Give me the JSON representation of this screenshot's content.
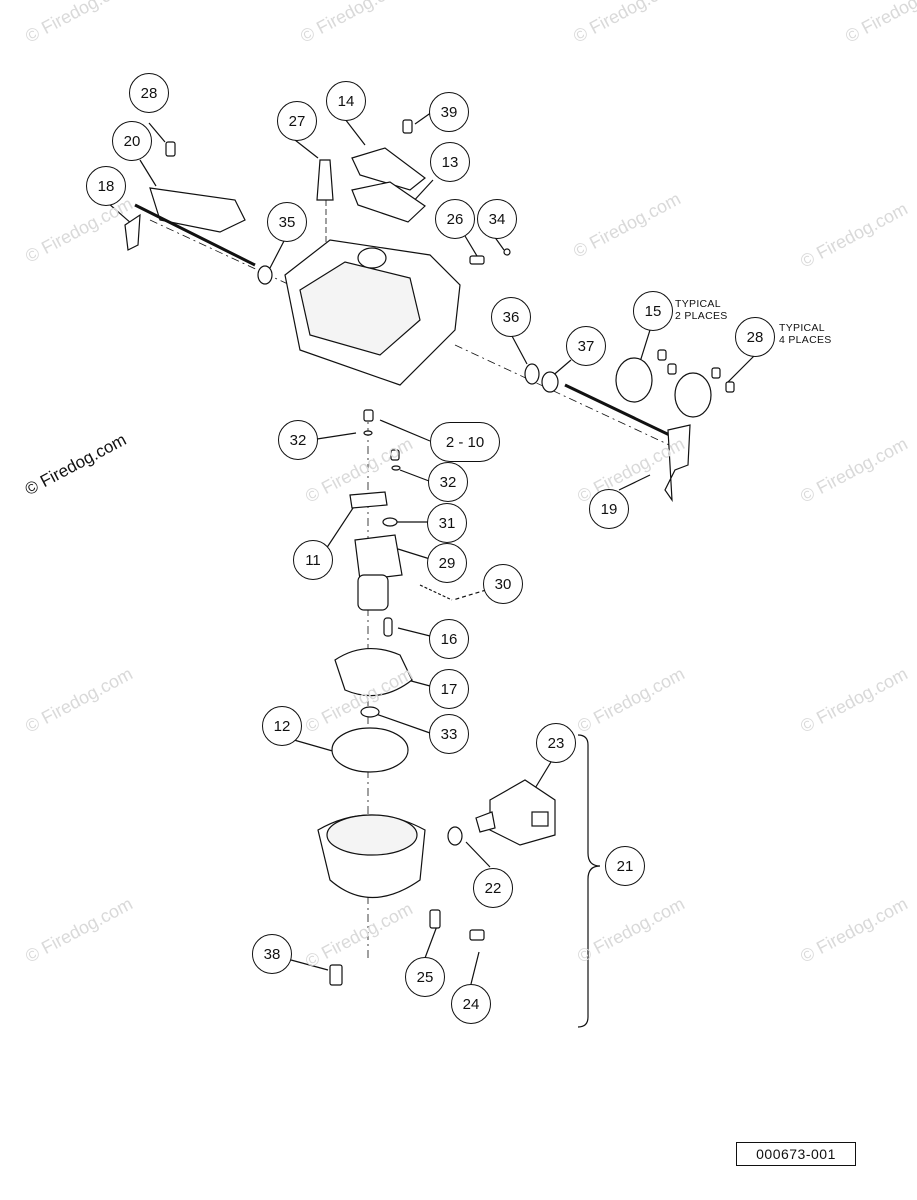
{
  "watermark_text": "© Firedog.com",
  "credit_text": "© Firedog.com",
  "callouts": {
    "c28a": "28",
    "c20": "20",
    "c18": "18",
    "c27": "27",
    "c14": "14",
    "c39": "39",
    "c13": "13",
    "c35": "35",
    "c26": "26",
    "c34": "34",
    "c36": "36",
    "c37": "37",
    "c15": "15",
    "c28b": "28",
    "c32a": "32",
    "c2_10": "2 - 10",
    "c32b": "32",
    "c31": "31",
    "c11": "11",
    "c29": "29",
    "c30": "30",
    "c19": "19",
    "c16": "16",
    "c17": "17",
    "c12": "12",
    "c33": "33",
    "c23": "23",
    "c21": "21",
    "c22": "22",
    "c38": "38",
    "c25": "25",
    "c24": "24"
  },
  "notes": {
    "typical_2": "TYPICAL\n2 PLACES",
    "typical_4": "TYPICAL\n4 PLACES"
  },
  "document_number": "000673-001"
}
